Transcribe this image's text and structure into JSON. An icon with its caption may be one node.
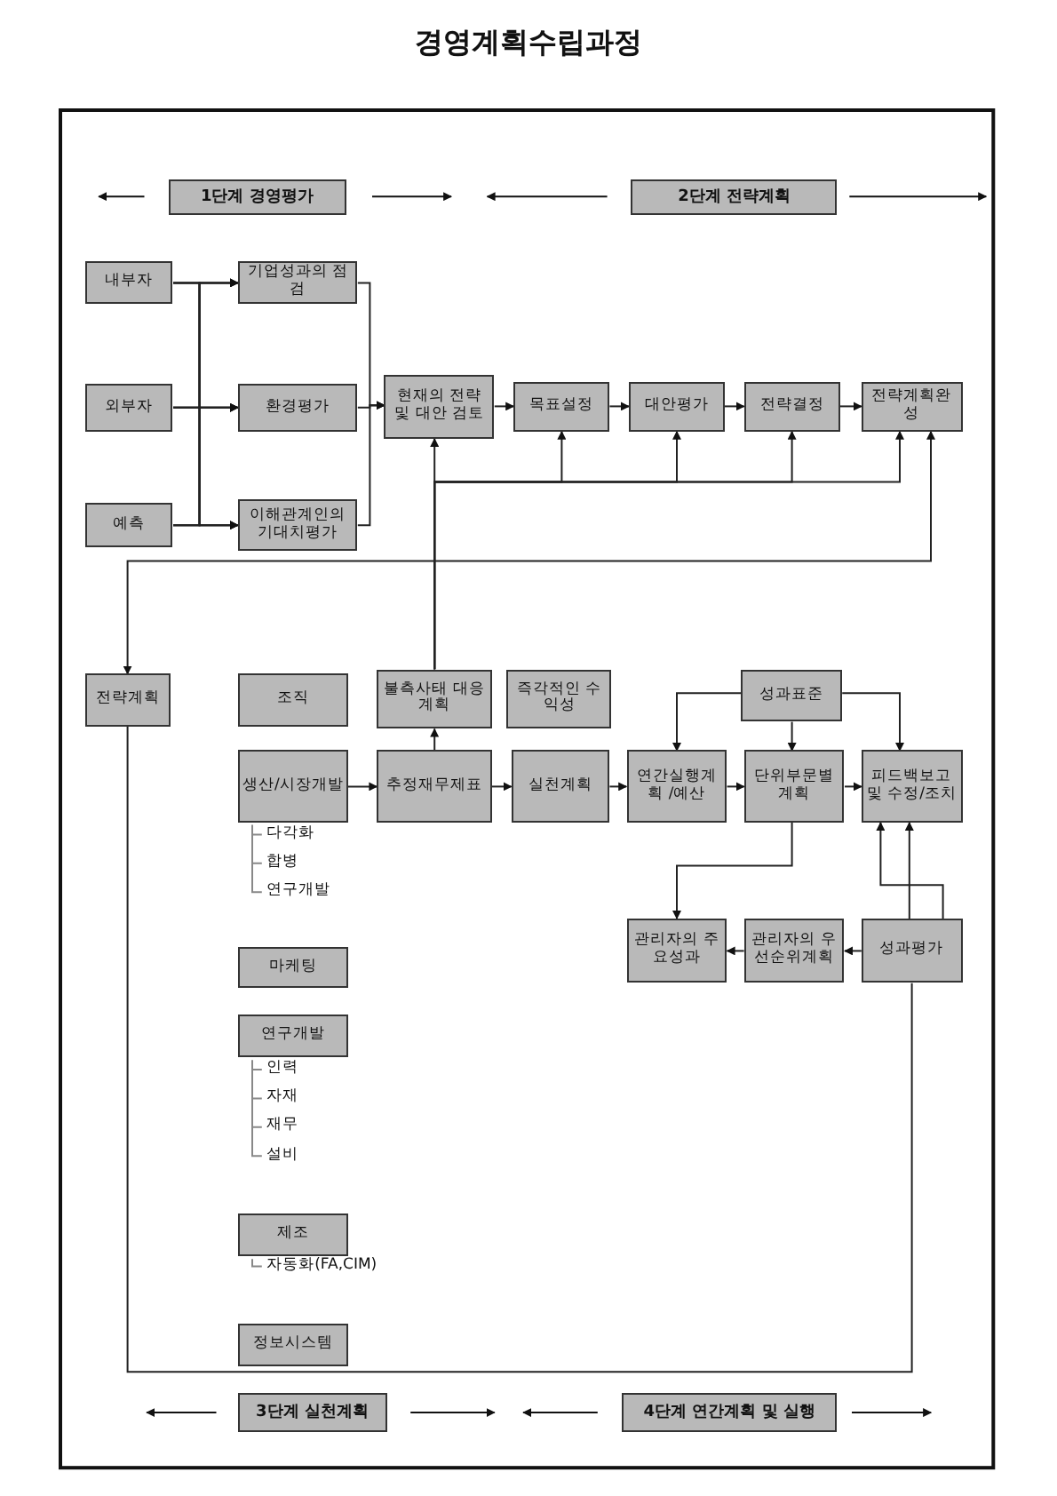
{
  "diagram": {
    "title": "경영계획수립과정",
    "nodes": [
      {
        "text": [
          "1단계 경영평가"
        ]
      },
      {
        "text": [
          "2단계 전략계획"
        ]
      },
      {
        "text": [
          "내부자"
        ]
      },
      {
        "text": [
          "기업성과의 점검"
        ]
      },
      {
        "text": [
          "외부자"
        ]
      },
      {
        "text": [
          "환경평가"
        ]
      },
      {
        "text": [
          "현재의 전략 및 대안 검토"
        ]
      },
      {
        "text": [
          "목표설정"
        ]
      },
      {
        "text": [
          "대안평가"
        ]
      },
      {
        "text": [
          "전략결정"
        ]
      },
      {
        "text": [
          "전략계획완성"
        ]
      },
      {
        "text": [
          "예측"
        ]
      },
      {
        "text": [
          "이해관계인의 기대치평가"
        ]
      },
      {
        "text": [
          "전략계획"
        ]
      },
      {
        "text": [
          "조직"
        ]
      },
      {
        "text": [
          "불측사태 대응계획"
        ]
      },
      {
        "text": [
          "즉각적인 수익성"
        ]
      },
      {
        "text": [
          "성과표준"
        ]
      },
      {
        "text": [
          "생산/시장개발"
        ],
        "beside": [
          "다각화",
          "합병",
          "연구개발"
        ]
      },
      {
        "text": [
          "추정재무제표"
        ]
      },
      {
        "text": [
          "실천계획"
        ]
      },
      {
        "text": [
          "연간실행계획 /예산"
        ]
      },
      {
        "text": [
          "단위부문별 계획"
        ]
      },
      {
        "text": [
          "피드백보고 및 수정/조치"
        ]
      },
      {
        "text": [
          "관리자의 주요성과"
        ]
      },
      {
        "text": [
          "관리자의 우선순위계획"
        ]
      },
      {
        "text": [
          "성과평가"
        ]
      },
      {
        "text": [
          "마케팅"
        ]
      },
      {
        "text": [
          "연구개발"
        ],
        "beside": [
          "인력",
          "자재",
          "재무",
          "설비"
        ]
      },
      {
        "text": [
          "제조"
        ],
        "beside": [
          "자동화(FA,CIM)"
        ]
      },
      {
        "text": [
          "정보시스템"
        ]
      },
      {
        "text": [
          "3단계 실천계획"
        ]
      },
      {
        "text": [
          "4단계 연간계획 및 실행"
        ]
      }
    ],
    "edges": [
      {
        "from": 2,
        "to": 3,
        "arrow": "to"
      },
      {
        "from": 2,
        "to": 5,
        "arrow": "to"
      },
      {
        "from": 2,
        "to": 12,
        "arrow": "to"
      },
      {
        "from": 4,
        "to": 3,
        "arrow": "to"
      },
      {
        "from": 4,
        "to": 5,
        "arrow": "to"
      },
      {
        "from": 4,
        "to": 12,
        "arrow": "to"
      },
      {
        "from": 11,
        "to": 3,
        "arrow": "to"
      },
      {
        "from": 11,
        "to": 5,
        "arrow": "to"
      },
      {
        "from": 11,
        "to": 12,
        "arrow": "to"
      },
      {
        "from": 3,
        "to": 6,
        "arrow": "to"
      },
      {
        "from": 5,
        "to": 6,
        "arrow": "to"
      },
      {
        "from": 12,
        "to": 6,
        "arrow": "to"
      },
      {
        "from": 6,
        "to": 7,
        "arrow": "to"
      },
      {
        "from": 7,
        "to": 8,
        "arrow": "to"
      },
      {
        "from": 8,
        "to": 9,
        "arrow": "to"
      },
      {
        "from": 9,
        "to": 10,
        "arrow": "to"
      },
      {
        "from": 15,
        "to": 6,
        "arrow": "to"
      },
      {
        "from": 15,
        "to": 7,
        "arrow": "to"
      },
      {
        "from": 15,
        "to": 8,
        "arrow": "to"
      },
      {
        "from": 15,
        "to": 9,
        "arrow": "to"
      },
      {
        "from": 15,
        "to": 10,
        "arrow": "to"
      },
      {
        "from": 10,
        "to": 13,
        "arrow": "both"
      },
      {
        "from": 26,
        "to": 13,
        "arrow": "none"
      },
      {
        "from": 18,
        "to": 19,
        "arrow": "to"
      },
      {
        "from": 19,
        "to": 15,
        "arrow": "to"
      },
      {
        "from": 19,
        "to": 20,
        "arrow": "to"
      },
      {
        "from": 20,
        "to": 21,
        "arrow": "to"
      },
      {
        "from": 21,
        "to": 22,
        "arrow": "to"
      },
      {
        "from": 22,
        "to": 23,
        "arrow": "to"
      },
      {
        "from": 17,
        "to": 21,
        "arrow": "to"
      },
      {
        "from": 17,
        "to": 22,
        "arrow": "to"
      },
      {
        "from": 17,
        "to": 23,
        "arrow": "to"
      },
      {
        "from": 22,
        "to": 24,
        "arrow": "to"
      },
      {
        "from": 26,
        "to": 25,
        "arrow": "to"
      },
      {
        "from": 25,
        "to": 24,
        "arrow": "to"
      },
      {
        "from": 26,
        "to": 23,
        "arrow": "to"
      },
      {
        "from": 26,
        "to": 23,
        "arrow": "to"
      }
    ]
  }
}
